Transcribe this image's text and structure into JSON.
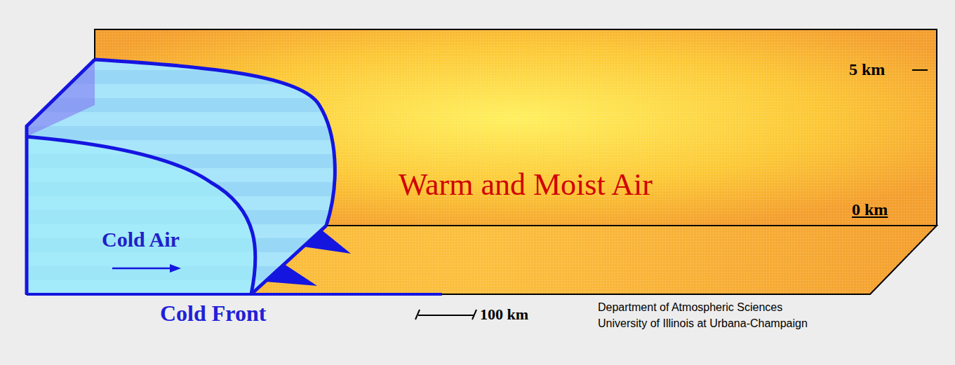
{
  "diagram": {
    "labels": [
      "5 km",
      "0 km",
      "Warm and Moist Air",
      "Cold Air",
      "Cold Front",
      "100 km",
      "Department of Atmospheric Sciences",
      "University of Illinois at Urbana-Champaign"
    ]
  }
}
